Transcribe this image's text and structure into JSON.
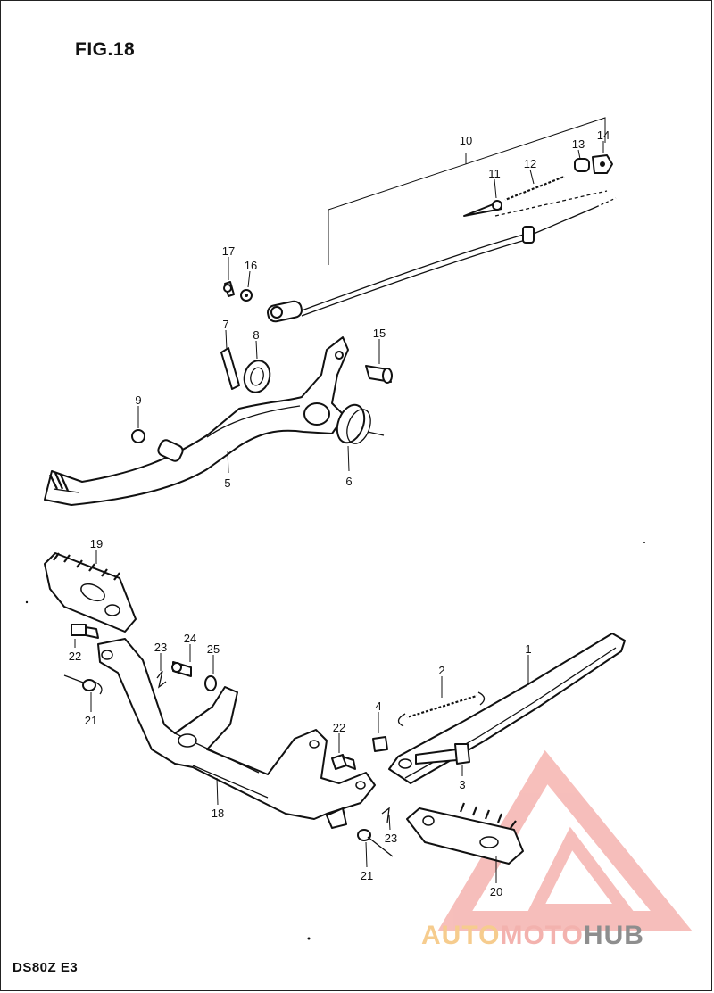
{
  "figure": {
    "title": "FIG.18",
    "model": "DS80Z E3"
  },
  "callouts": [
    {
      "id": "c10",
      "text": "10"
    },
    {
      "id": "c13",
      "text": "13"
    },
    {
      "id": "c14",
      "text": "14"
    },
    {
      "id": "c11",
      "text": "11"
    },
    {
      "id": "c12",
      "text": "12"
    },
    {
      "id": "c17",
      "text": "17"
    },
    {
      "id": "c16",
      "text": "16"
    },
    {
      "id": "c7",
      "text": "7"
    },
    {
      "id": "c8",
      "text": "8"
    },
    {
      "id": "c15",
      "text": "15"
    },
    {
      "id": "c9",
      "text": "9"
    },
    {
      "id": "c5",
      "text": "5"
    },
    {
      "id": "c6",
      "text": "6"
    },
    {
      "id": "c19",
      "text": "19"
    },
    {
      "id": "c22a",
      "text": "22"
    },
    {
      "id": "c23a",
      "text": "23"
    },
    {
      "id": "c24",
      "text": "24"
    },
    {
      "id": "c25",
      "text": "25"
    },
    {
      "id": "c21a",
      "text": "21"
    },
    {
      "id": "c2",
      "text": "2"
    },
    {
      "id": "c1",
      "text": "1"
    },
    {
      "id": "c4",
      "text": "4"
    },
    {
      "id": "c22b",
      "text": "22"
    },
    {
      "id": "c3",
      "text": "3"
    },
    {
      "id": "c18",
      "text": "18"
    },
    {
      "id": "c23b",
      "text": "23"
    },
    {
      "id": "c21b",
      "text": "21"
    },
    {
      "id": "c20",
      "text": "20"
    }
  ],
  "watermark": {
    "part1": "AUTO",
    "part2": "MOTO",
    "part3": "HUB",
    "colors": {
      "auto": "#f6cc8e",
      "moto": "#f3b2ae",
      "hub": "#8e8e8e",
      "triangle": "#f08a84"
    }
  }
}
